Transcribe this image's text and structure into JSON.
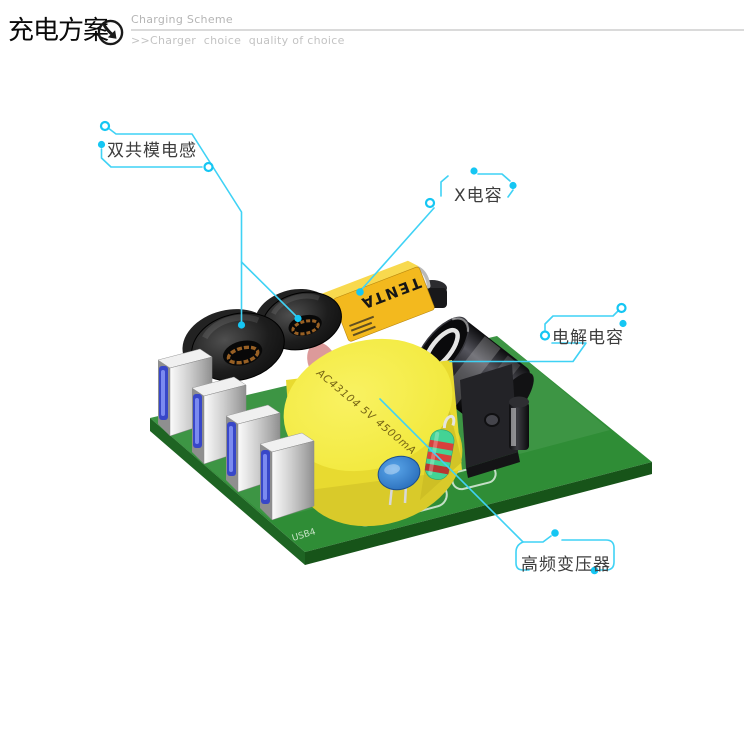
{
  "header": {
    "title": "充电方案",
    "subtitle": "Charging Scheme",
    "tagline": ">>Charger  choice  quality of choice"
  },
  "callouts": {
    "inductor": {
      "label": "双共模电感"
    },
    "x_cap": {
      "label": "X电容"
    },
    "electrolytic": {
      "label": "电解电容"
    },
    "transformer": {
      "label": "高频变压器"
    }
  },
  "board": {
    "transformer_marking": "AC43104 5V 4500mA",
    "x_cap_marking": "TENTA",
    "silkscreen_marking": "USB4"
  },
  "colors": {
    "accent_cyan": "#2fd0f5",
    "pcb_green": "#2f8d36",
    "transformer_yellow": "#f2e93e",
    "usb_blue": "#3847c8"
  }
}
